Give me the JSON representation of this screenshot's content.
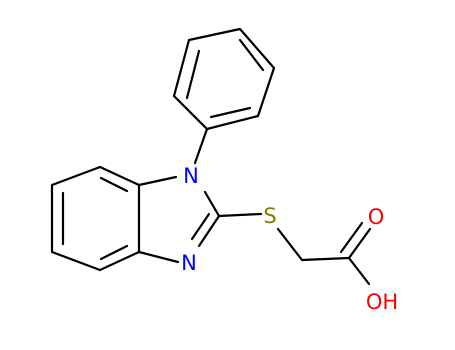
{
  "atoms": {
    "n1": {
      "text": "N",
      "color": "#0000ff"
    },
    "n3": {
      "text": "N",
      "color": "#0000ff"
    },
    "s": {
      "text": "S",
      "color": "#808000"
    },
    "o_carbonyl": {
      "text": "O",
      "color": "#ff0000"
    },
    "oh": {
      "text": "OH",
      "color": "#ff0000"
    }
  },
  "colors": {
    "bond": "#000000",
    "nitrogen": "#0000ff",
    "sulfur": "#808000",
    "oxygen": "#ff0000",
    "background": "#ffffff"
  }
}
